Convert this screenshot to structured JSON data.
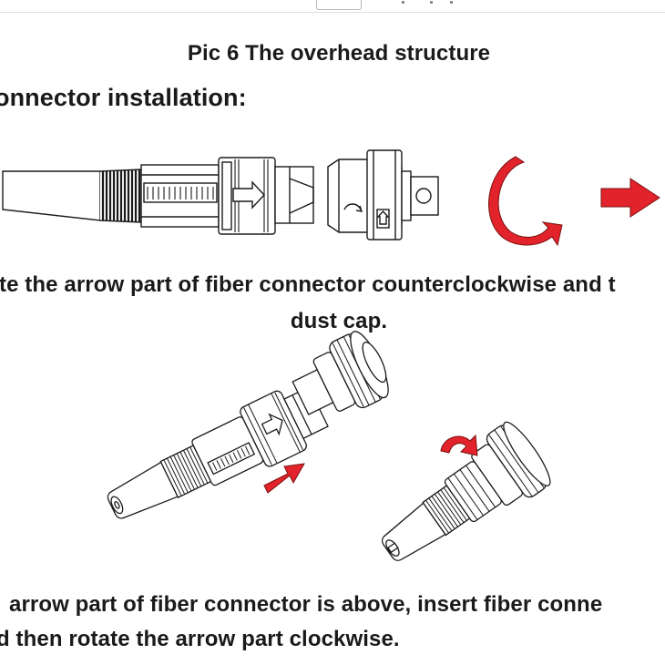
{
  "document": {
    "caption": "Pic 6 The overhead structure",
    "section_heading": "onnector installation:",
    "step1_line1": "te the arrow part of fiber connector counterclockwise and t",
    "step1_line2": "dust cap.",
    "step2_line1": "arrow part of fiber connector is above, insert fiber conne",
    "step2_line2": "d then rotate the arrow part clockwise."
  },
  "figures": {
    "figure1": {
      "name": "connector side view with dust cap, counterclockwise rotate arrow and direction arrow"
    },
    "figure2": {
      "name": "connector insertion illustration with red insert arrow and clockwise rotate arrow"
    }
  },
  "colors": {
    "accent_red": "#e3232b",
    "line": "#1a1a1a"
  }
}
